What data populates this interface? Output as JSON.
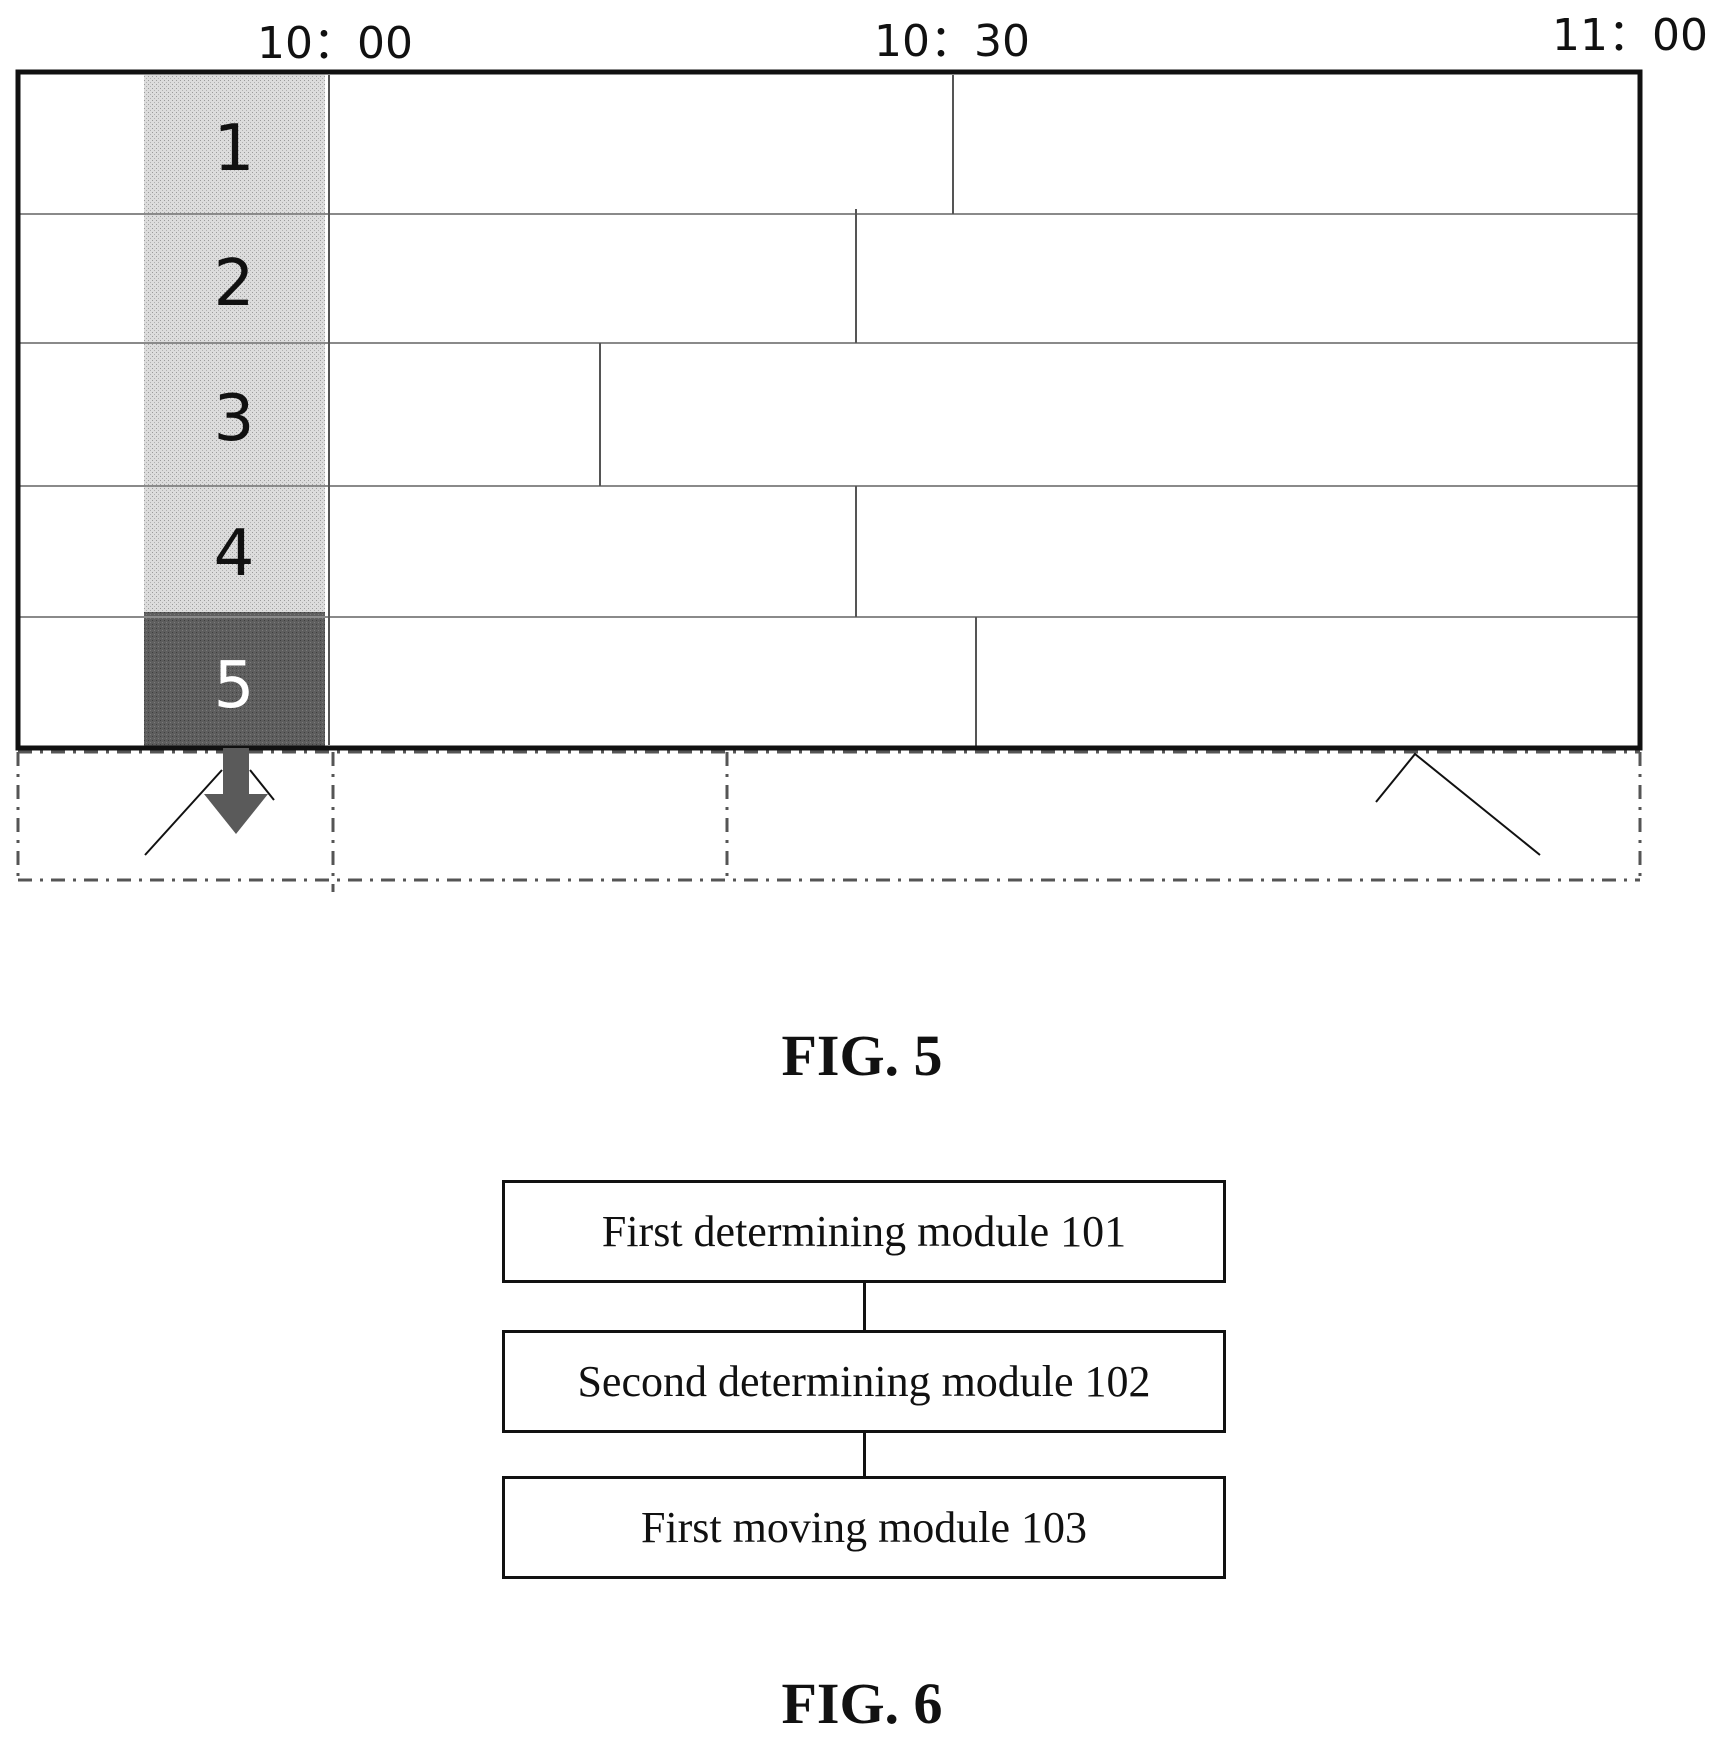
{
  "fig5": {
    "time_labels": [
      "10：00",
      "10：30",
      "11：00"
    ],
    "channels": [
      "1",
      "2",
      "3",
      "4",
      "5"
    ],
    "focused_channel": "5",
    "colors": {
      "column_light": "#dadada",
      "column_focused": "#606060",
      "frame": "#111111",
      "grid_line": "#8a8a8a"
    }
  },
  "captions": {
    "fig5": "FIG. 5",
    "fig6": "FIG. 6"
  },
  "fig6": {
    "modules": [
      {
        "label": "First determining module 101"
      },
      {
        "label": "Second determining module 102"
      },
      {
        "label": "First moving module 103"
      }
    ]
  }
}
